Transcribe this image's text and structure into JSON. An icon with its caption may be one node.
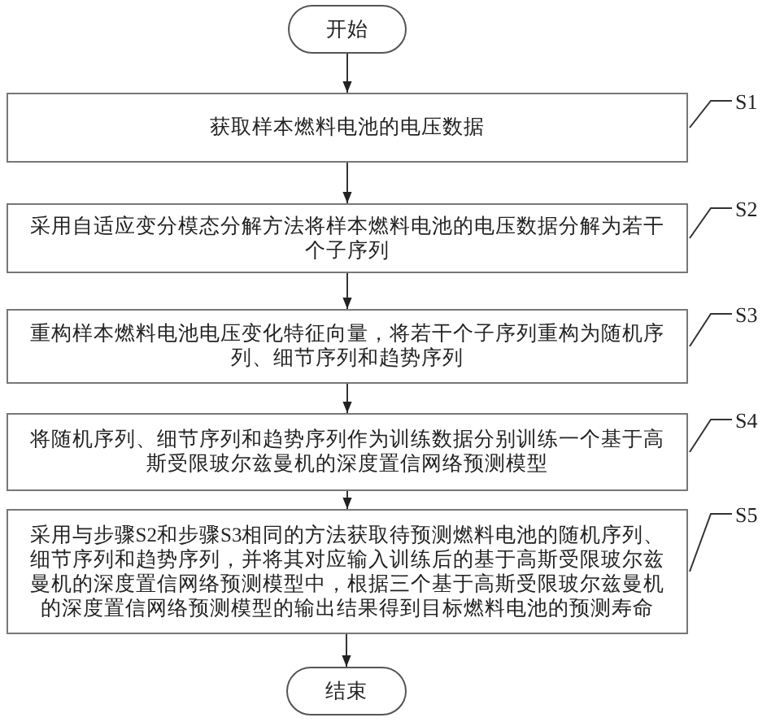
{
  "diagram": {
    "nodes": [
      {
        "text": [
          "开始"
        ]
      },
      {
        "text": [
          "获取样本燃料电池的电压数据"
        ]
      },
      {
        "text": [
          "采用自适应变分模态分解方法将样本燃料电池的电压数据分解为若干个子序列"
        ]
      },
      {
        "text": [
          "重构样本燃料电池电压变化特征向量，将若干个子序列重构为随机序列、细节序列和趋势序列"
        ]
      },
      {
        "text": [
          "将随机序列、细节序列和趋势序列作为训练数据分别训练一个基于高斯受限玻尔兹曼机的深度置信网络预测模型"
        ]
      },
      {
        "text": [
          "采用与步骤S2和步骤S3相同的方法获取待预测燃料电池的随机序列、细节序列和趋势序列，并将其对应输入训练后的基于高斯受限玻尔兹曼机的深度置信网络预测模型中，根据三个基于高斯受限玻尔兹曼机的深度置信网络预测模型的输出结果得到目标燃料电池的预测寿命"
        ]
      },
      {
        "text": [
          "结束"
        ]
      },
      {
        "text": [
          "S1"
        ]
      },
      {
        "text": [
          "S2"
        ]
      },
      {
        "text": [
          "S3"
        ]
      },
      {
        "text": [
          "S4"
        ]
      },
      {
        "text": [
          "S5"
        ]
      }
    ],
    "edges": [
      {
        "from": 0,
        "to": 1,
        "arrow": "to"
      },
      {
        "from": 1,
        "to": 2,
        "arrow": "to"
      },
      {
        "from": 2,
        "to": 3,
        "arrow": "to"
      },
      {
        "from": 3,
        "to": 4,
        "arrow": "to"
      },
      {
        "from": 4,
        "to": 5,
        "arrow": "to"
      },
      {
        "from": 5,
        "to": 6,
        "arrow": "to"
      },
      {
        "from": 7,
        "to": 1,
        "arrow": "none"
      },
      {
        "from": 8,
        "to": 2,
        "arrow": "none"
      },
      {
        "from": 9,
        "to": 3,
        "arrow": "none"
      },
      {
        "from": 10,
        "to": 4,
        "arrow": "none"
      },
      {
        "from": 11,
        "to": 5,
        "arrow": "none"
      }
    ]
  }
}
